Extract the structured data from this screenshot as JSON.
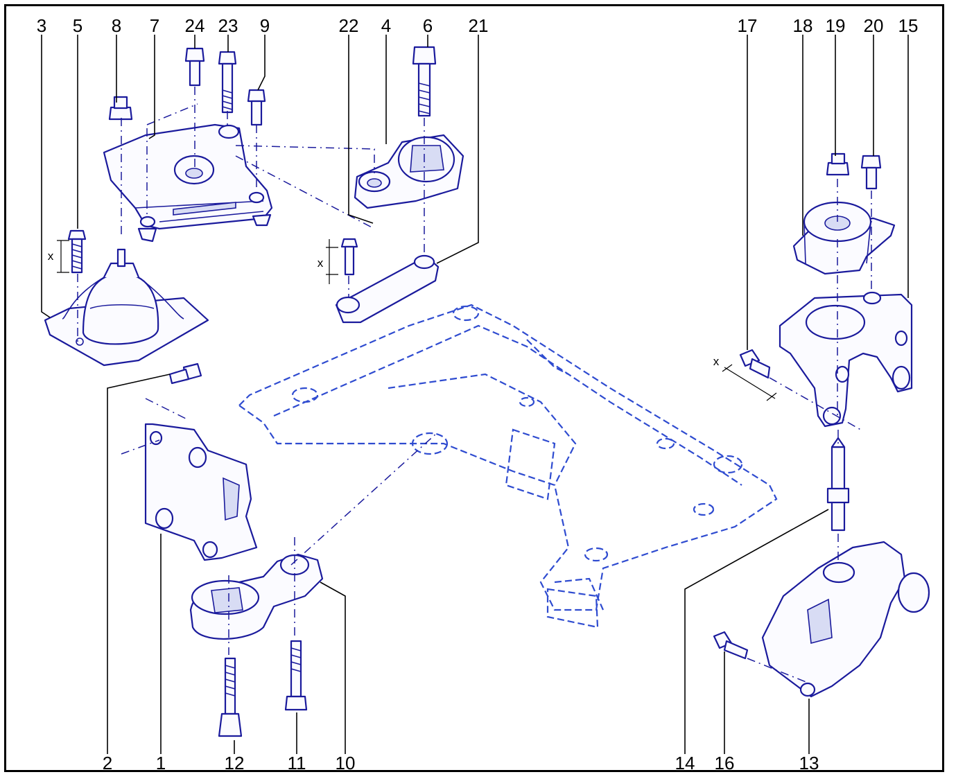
{
  "callouts_top": [
    "3",
    "5",
    "8",
    "7",
    "24",
    "23",
    "9",
    "22",
    "4",
    "6",
    "21",
    "17",
    "18",
    "19",
    "20",
    "15"
  ],
  "callouts_bottom": [
    "2",
    "1",
    "12",
    "11",
    "10",
    "14",
    "16",
    "13"
  ],
  "dimension_label": "x",
  "colors": {
    "line": "#1a1a9c",
    "subframe": "#2e4bd0",
    "frame": "#000000"
  }
}
